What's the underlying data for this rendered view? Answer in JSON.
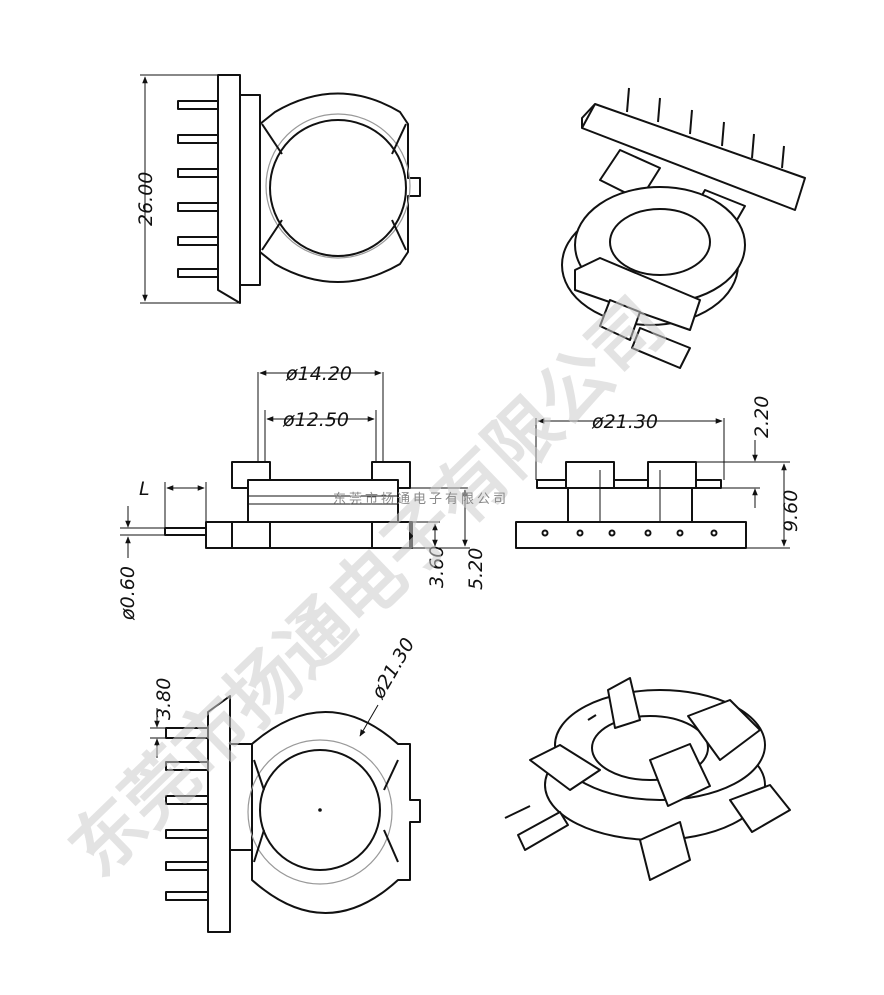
{
  "dimensions": {
    "height_26": "26.00",
    "dia_14_20": "ø14.20",
    "dia_12_50": "ø12.50",
    "dia_21_30_side": "ø21.30",
    "dim_2_20": "2.20",
    "dim_9_60": "9.60",
    "dim_3_60": "3.60",
    "dim_5_20": "5.20",
    "pin_L": "L",
    "pin_dia_0_60": "ø0.60",
    "dim_3_80": "3.80",
    "dia_21_30_bottom": "ø21.30"
  },
  "watermark": {
    "large": "东莞市扬通电子有限公司",
    "small": "东莞市扬通电子有限公司"
  }
}
